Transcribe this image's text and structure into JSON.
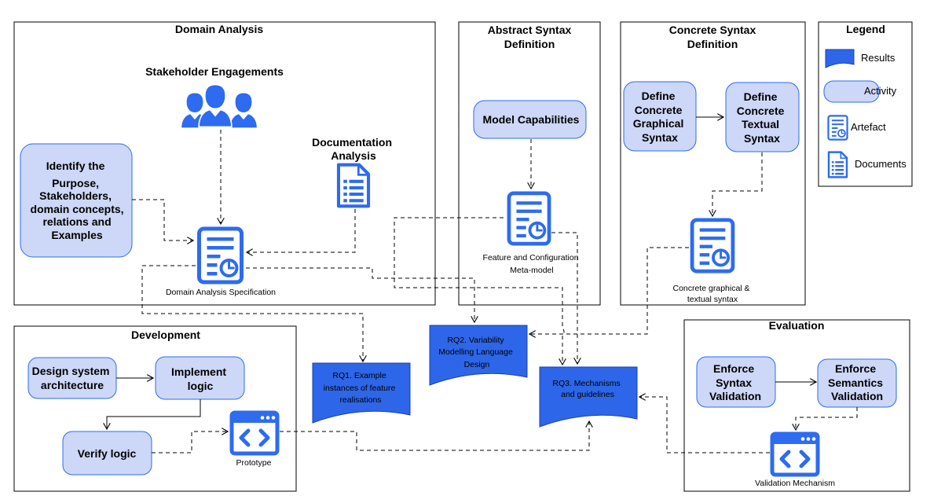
{
  "frames": {
    "domain_analysis": "Domain Analysis",
    "abstract_syntax": [
      "Abstract Syntax",
      "Definition"
    ],
    "concrete_syntax": [
      "Concrete Syntax",
      "Definition"
    ],
    "legend": "Legend",
    "development": "Development",
    "evaluation": "Evaluation"
  },
  "legend_items": {
    "results": "Results",
    "activity": "Activity",
    "artefact": "Artefact",
    "documents": "Documents"
  },
  "activities": {
    "identify": [
      "Identify the",
      "Purpose,",
      "Stakeholders,",
      "domain concepts,",
      "relations and",
      "Examples"
    ],
    "model_capabilities": "Model Capabilities",
    "define_graphical": [
      "Define",
      "Concrete",
      "Graphical",
      "Syntax"
    ],
    "define_textual": [
      "Define",
      "Concrete",
      "Textual",
      "Syntax"
    ],
    "design_system": [
      "Design system",
      "architecture"
    ],
    "implement_logic": [
      "Implement",
      "logic"
    ],
    "verify_logic": "Verify logic",
    "enforce_syntax": [
      "Enforce",
      "Syntax",
      "Validation"
    ],
    "enforce_semantics": [
      "Enforce",
      "Semantics",
      "Validation"
    ]
  },
  "labels": {
    "stakeholder_engagements": "Stakeholder Engagements",
    "documentation_analysis": [
      "Documentation",
      "Analysis"
    ],
    "domain_analysis_spec": "Domain Analysis Specification",
    "feature_config_metamodel": [
      "Feature and Configuration",
      "Meta-model"
    ],
    "concrete_graphical_textual": [
      "Concrete graphical &",
      "textual syntax"
    ],
    "prototype": "Prototype",
    "validation_mechanism": "Validation Mechanism"
  },
  "results": {
    "rq1": [
      "RQ1. Example",
      "instances of feature",
      "realisations"
    ],
    "rq2": [
      "RQ2. Variability",
      "Modelling Language",
      "Design"
    ],
    "rq3": [
      "RQ3. Mechanisms",
      "and guidelines"
    ]
  },
  "colors": {
    "activity_fill": "#cdd7f7",
    "activity_stroke": "#2a6df3",
    "icon_blue": "#2d6bf0",
    "result_fill": "#2d66e8"
  },
  "icons": [
    "people-icon",
    "document-icon",
    "artefact-icon",
    "code-window-icon"
  ]
}
